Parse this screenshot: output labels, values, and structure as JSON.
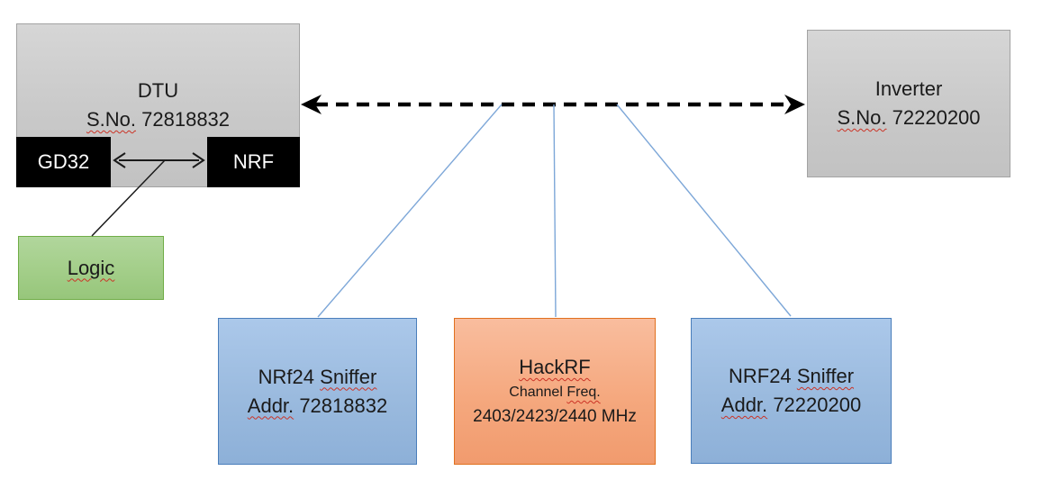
{
  "palette": {
    "box_gray_fill": "#cccccc",
    "box_gray_border": "#a3a3a3",
    "chip_black": "#000000",
    "chip_text": "#ffffff",
    "box_green_fill": "#a3ce89",
    "box_green_border": "#70ad47",
    "box_blue_fill": "#9abade",
    "box_blue_border": "#4a7ebb",
    "box_orange_fill": "#f5a87e",
    "box_orange_border": "#e0701f",
    "dashed_arrow": "#000000",
    "inner_arrow": "#1a1a1a",
    "thin_line": "#1a1a1a",
    "connector_line": "#7da7d8",
    "squiggle_red": "#cb3326"
  },
  "dtu": {
    "title": "DTU",
    "sno_label": "S.No.",
    "serial": "72818832",
    "gd32": "GD32",
    "nrf": "NRF"
  },
  "logic": {
    "label": "Logic"
  },
  "inverter": {
    "title": "Inverter",
    "sno_label": "S.No.",
    "serial": "72220200"
  },
  "sniffer_left": {
    "name_prefix": "NRf24",
    "name_word": "Sniffer",
    "addr_label": "Addr.",
    "addr_value": "72818832"
  },
  "hackrf": {
    "title": "HackRF",
    "channel_word": "Channel",
    "freq_word": "Freq.",
    "frequencies": "2403/2423/2440 MHz"
  },
  "sniffer_right": {
    "name_prefix": "NRF24",
    "name_word": "Sniffer",
    "addr_label": "Addr.",
    "addr_value": "72220200"
  }
}
